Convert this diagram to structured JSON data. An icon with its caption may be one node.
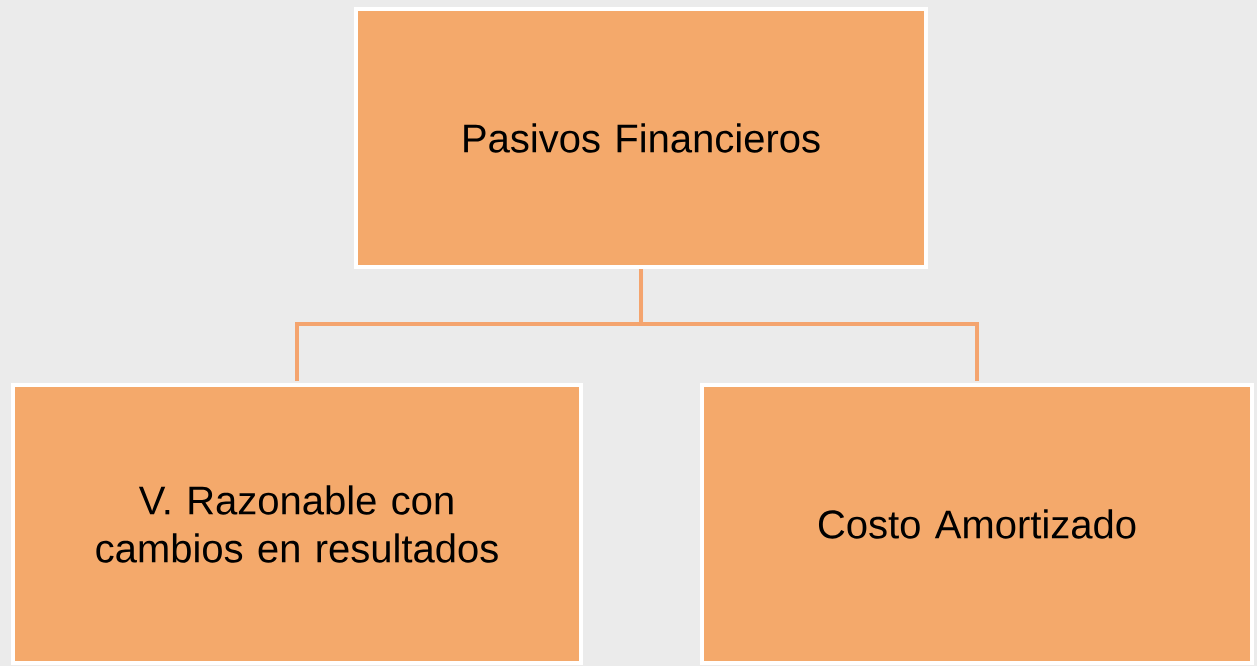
{
  "diagram": {
    "nodes": [
      {
        "text": [
          "Pasivos Financieros"
        ]
      },
      {
        "text": [
          "V. Razonable con cambios en resultados"
        ]
      },
      {
        "text": [
          "Costo Amortizado"
        ]
      }
    ],
    "edges": [
      {
        "from": 0,
        "to": 1,
        "arrow": "none"
      },
      {
        "from": 0,
        "to": 2,
        "arrow": "none"
      }
    ]
  }
}
